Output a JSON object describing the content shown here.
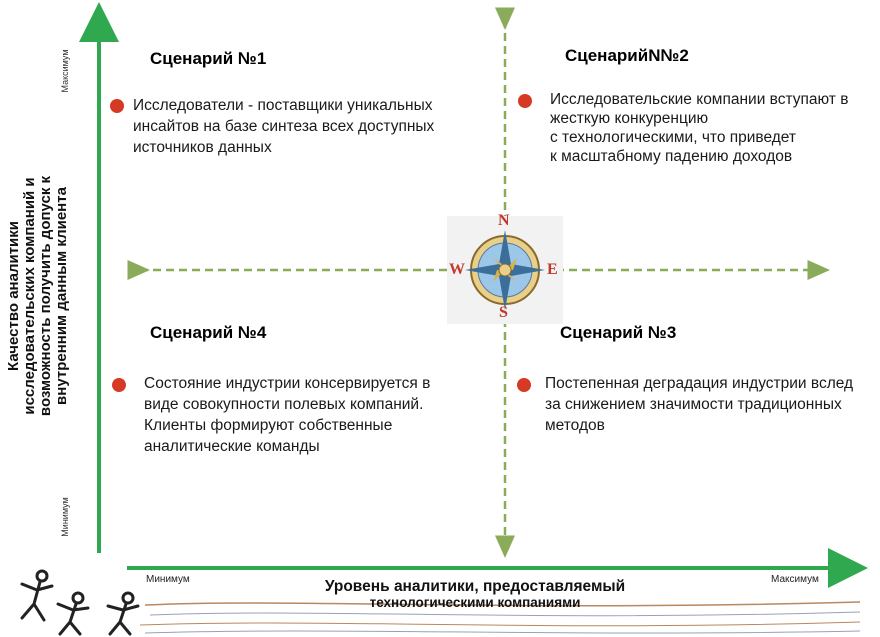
{
  "scenarios": [
    {
      "title": "Сценарий №1",
      "lines": [
        "Исследователи  - поставщики уникальных",
        "инсайтов на базе синтеза всех доступных",
        "источников данных"
      ]
    },
    {
      "title": "СценарийN№2",
      "lines": [
        "Исследовательские компании вступают в",
        "жесткую конкуренцию",
        "с технологическими, что приведет",
        "к масштабному падению доходов"
      ]
    },
    {
      "title": "Сценарий №3",
      "lines": [
        "Постепенная деградация индустрии вслед",
        "за снижением значимости традиционных",
        "методов"
      ]
    },
    {
      "title": "Сценарий №4",
      "lines": [
        "Состояние индустрии консервируется в",
        "виде совокупности полевых компаний.",
        "Клиенты формируют собственные",
        "аналитические команды"
      ]
    }
  ],
  "y_axis": {
    "label_lines": [
      "Качество аналитики",
      "исследовательских компаний и",
      "возможность получить допуск к",
      "внутренним данным клиента"
    ],
    "max": "Максимум",
    "min": "Минимум"
  },
  "x_axis": {
    "label_lines": [
      "Уровень аналитики, предоставляемый",
      "технологическими компаниями"
    ],
    "min": "Минимум",
    "max": "Максимум"
  },
  "compass": {
    "n": "N",
    "s": "S",
    "e": "E",
    "w": "W"
  },
  "colors": {
    "axis": "#2fa84f",
    "dashed": "#8aab5a",
    "bullet": "#d63a24",
    "compass_letter": "#c0392b"
  }
}
